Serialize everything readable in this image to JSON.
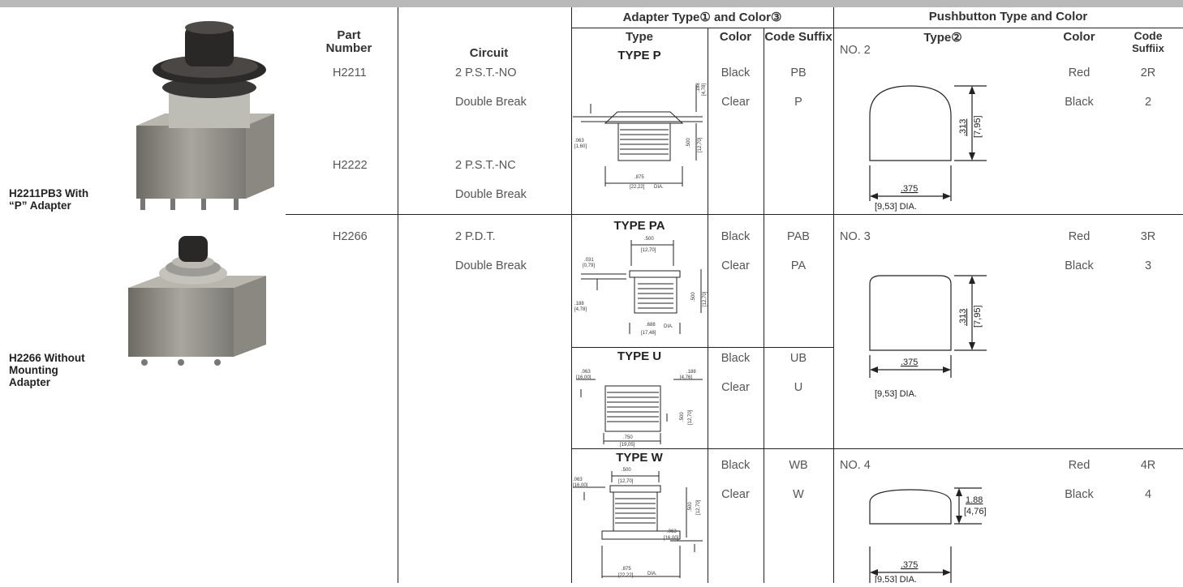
{
  "headers": {
    "part_number_line1": "Part",
    "part_number_line2": "Number",
    "circuit": "Circuit",
    "adapter_group": "Adapter Type① and Color③",
    "pushbutton_group": "Pushbutton Type and Color",
    "adapter_type": "Type",
    "adapter_color": "Color",
    "adapter_code": "Code Suffix",
    "pb_type": "Type②",
    "pb_color": "Color",
    "pb_code_line1": "Code",
    "pb_code_line2": "Suffiix"
  },
  "photos": {
    "photo1_caption_line1": "H2211PB3 With",
    "photo1_caption_line2": "“P” Adapter",
    "photo2_caption_line1": "H2266 Without",
    "photo2_caption_line2": "Mounting",
    "photo2_caption_line3": "Adapter"
  },
  "rows": {
    "r1": {
      "part": "H2211",
      "circuit1": "2 P.S.T.-NO",
      "circuit2": "Double Break"
    },
    "r2": {
      "part": "H2222",
      "circuit1": "2 P.S.T.-NC",
      "circuit2": "Double Break"
    },
    "r3": {
      "part": "H2266",
      "circuit1": "2 P.D.T.",
      "circuit2": "Double Break"
    }
  },
  "adapters": {
    "p": {
      "type": "TYPE P",
      "color1": "Black",
      "code1": "PB",
      "color2": "Clear",
      "code2": "P"
    },
    "pa": {
      "type": "TYPE PA",
      "color1": "Black",
      "code1": "PAB",
      "color2": "Clear",
      "code2": "PA"
    },
    "u": {
      "type": "TYPE U",
      "color1": "Black",
      "code1": "UB",
      "color2": "Clear",
      "code2": "U"
    },
    "w": {
      "type": "TYPE W",
      "color1": "Black",
      "code1": "WB",
      "color2": "Clear",
      "code2": "W"
    }
  },
  "pushbuttons": {
    "no2": {
      "name": "NO. 2",
      "height": ".313",
      "height_mm": "[7,95]",
      "dia": ".375",
      "dia_mm": "[9,53] DIA.",
      "color1": "Red",
      "code1": "2R",
      "color2": "Black",
      "code2": "2"
    },
    "no3": {
      "name": "NO. 3",
      "height": ".313",
      "height_mm": "[7,95]",
      "dia": ".375",
      "dia_mm": "[9,53] DIA.",
      "color1": "Red",
      "code1": "3R",
      "color2": "Black",
      "code2": "3"
    },
    "no4": {
      "name": "NO. 4",
      "height": "1.88",
      "height_mm": "[4,76]",
      "dia": ".375",
      "dia_mm": "[9,53] DIA.",
      "color1": "Red",
      "code1": "4R",
      "color2": "Black",
      "code2": "4"
    }
  },
  "dims": {
    "p_188": ".188",
    "p_478": "[4,78]",
    "p_063": ".063",
    "p_160": "[1,60]",
    "p_500": ".500",
    "p_1270": "[12,70]",
    "p_875": ".875",
    "p_2222": "[22,22]",
    "dia": "DIA.",
    "pa_500": ".500",
    "pa_1270": "[12,70]",
    "pa_031": ".031",
    "pa_079": "[0,79]",
    "pa_188": ".188",
    "pa_478": "[4,78]",
    "pa_688": ".688",
    "pa_1748": "[17,48]",
    "pa_500v": ".500",
    "pa_1270v": "[12,70]",
    "u_063": ".063",
    "u_1600": "[16,00]",
    "u_188": ".188",
    "u_476": "[4,76]",
    "u_500": ".500",
    "u_1270": "[12,70]",
    "u_750": ".750",
    "u_1905": "[19,05]",
    "w_063": ".063",
    "w_1600": "[16,00]",
    "w_500": ".500",
    "w_1270": "[12,70]",
    "w_063b": ".063",
    "w_1600b": "[16,00]",
    "w_500v": ".500",
    "w_1270v": "[12,70]",
    "w_875": ".875",
    "w_2222": "[22,22]"
  }
}
